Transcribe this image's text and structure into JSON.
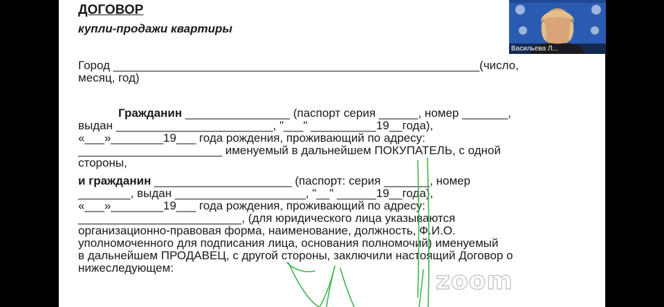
{
  "document": {
    "title": "ДОГОВОР",
    "subtitle": "купли-продажи квартиры",
    "city": [
      "Город ________________________________________________________(число,",
      "месяц, год)"
    ],
    "para1": {
      "lead": "Гражданин",
      "lines": [
        " ________________ (паспорт серия ______, номер _______,",
        "выдан ________________________, \"___\" __________19__года),",
        "«___»________19___ года рождения, проживающий по адресу:",
        "______________________ именуемый в дальнейшем ПОКУПАТЕЛЬ, с одной",
        "стороны,"
      ]
    },
    "para2": {
      "lead": "и гражданин",
      "lines": [
        " _____________________ (паспорт: серия _______, номер",
        "________, выдан ____________________, \"__\" ______19__года),",
        "«___»________19___ года рождения, проживающий по адресу:",
        "_________________________, (для юридического лица указываются",
        "организационно-правовая форма, наименование, должность, Ф.И.О.",
        "уполномоченного для подписания лица, основания полномочий) именуемый",
        "в дальнейшем ПРОДАВЕЦ, с другой стороны, заключили настоящий Договор о",
        "нижеследующем:"
      ]
    }
  },
  "video": {
    "participant_name": "Васильева Л...",
    "background_color": "#2a5bb0"
  },
  "watermark": "zoom",
  "annotation_color": "#3cb44b"
}
